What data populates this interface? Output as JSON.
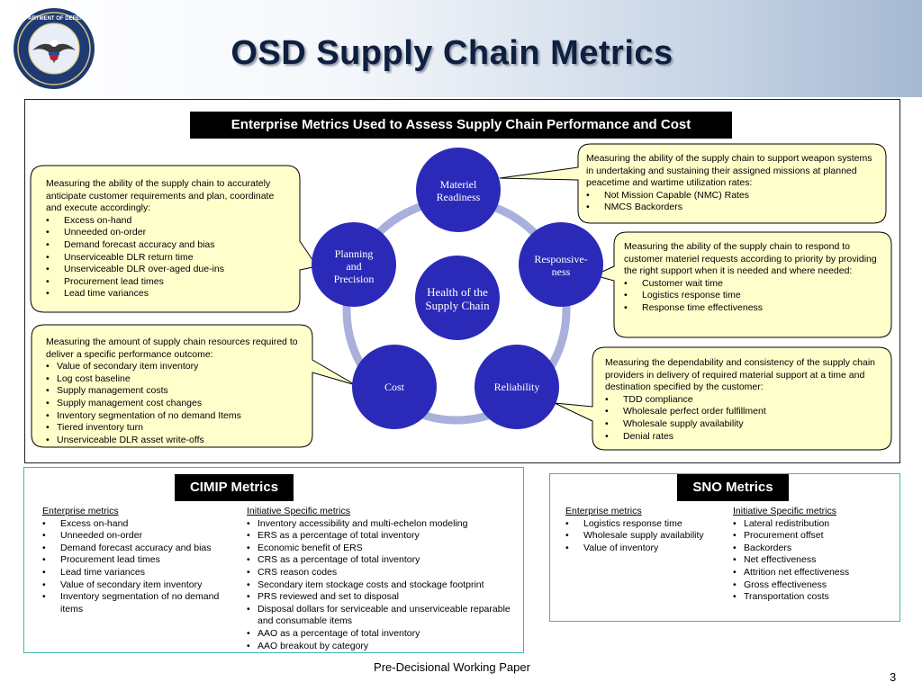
{
  "page": {
    "title": "OSD Supply Chain Metrics",
    "footer": "Pre-Decisional Working Paper",
    "page_number": "3"
  },
  "diagram": {
    "banner": "Enterprise Metrics Used to Assess Supply Chain Performance and Cost",
    "center": "Health of the Supply Chain",
    "nodes": {
      "materiel_readiness": "Materiel Readiness",
      "responsiveness": "Responsive-ness",
      "reliability": "Reliability",
      "cost": "Cost",
      "planning_precision": "Planning and Precision"
    },
    "callouts": {
      "planning": {
        "text": "Measuring the ability of the supply chain to accurately anticipate customer requirements and plan, coordinate and execute accordingly:",
        "items": [
          "Excess on-hand",
          "Unneeded on-order",
          "Demand forecast accuracy and bias",
          "Unserviceable DLR return time",
          "Unserviceable DLR over-aged due-ins",
          "Procurement lead times",
          "Lead time variances"
        ]
      },
      "cost": {
        "text": "Measuring the amount of supply chain resources required to deliver a specific performance outcome:",
        "items": [
          "Value of secondary item inventory",
          "Log cost baseline",
          "Supply management costs",
          "Supply management cost changes",
          "Inventory segmentation of no demand Items",
          "Tiered inventory turn",
          "Unserviceable DLR asset write-offs"
        ]
      },
      "readiness": {
        "text": "Measuring the ability of the supply chain to support weapon systems in undertaking and sustaining their assigned missions at planned peacetime and wartime utilization rates:",
        "items": [
          "Not Mission Capable (NMC) Rates",
          "NMCS Backorders"
        ]
      },
      "responsiveness": {
        "text": "Measuring the ability of the supply chain to respond to customer materiel requests according to priority by providing the right support when it is needed and where needed:",
        "items": [
          "Customer wait time",
          "Logistics response time",
          "Response time effectiveness"
        ]
      },
      "reliability": {
        "text": "Measuring the dependability and consistency of the supply chain providers in delivery of required material support at a time and destination specified by the customer:",
        "items": [
          "TDD compliance",
          "Wholesale perfect order fulfillment",
          "Wholesale supply availability",
          "Denial rates"
        ]
      }
    }
  },
  "cimip": {
    "title": "CIMIP Metrics",
    "enterprise_head": "Enterprise metrics",
    "enterprise_items": [
      "Excess on-hand",
      "Unneeded on-order",
      "Demand forecast accuracy and bias",
      "Procurement lead times",
      "Lead time variances",
      "Value of secondary item inventory",
      "Inventory segmentation of no demand items"
    ],
    "initiative_head": "Initiative Specific metrics",
    "initiative_items": [
      "Inventory accessibility and multi-echelon modeling",
      "ERS as a percentage of total inventory",
      "Economic benefit of ERS",
      "CRS as a percentage of total inventory",
      "CRS reason codes",
      "Secondary item stockage costs and stockage footprint",
      "PRS reviewed and set to disposal",
      "Disposal dollars for serviceable and unserviceable reparable and consumable items",
      "AAO as a percentage of total inventory",
      "AAO breakout by category"
    ]
  },
  "sno": {
    "title": "SNO Metrics",
    "enterprise_head": "Enterprise metrics",
    "enterprise_items": [
      "Logistics response time",
      "Wholesale supply availability",
      "Value of inventory"
    ],
    "initiative_head": "Initiative Specific metrics",
    "initiative_items": [
      "Lateral redistribution",
      "Procurement offset",
      "Backorders",
      "Net effectiveness",
      "Attrition net effectiveness",
      "Gross effectiveness",
      "Transportation costs"
    ]
  },
  "colors": {
    "node_fill": "#2b2ab8",
    "ring": "#aab0dc",
    "callout_fill": "#ffffcc",
    "title_text": "#0f1f3f",
    "teal_border": "#3bb9a8"
  },
  "icons": {
    "seal": "department-of-defense-seal-icon"
  }
}
